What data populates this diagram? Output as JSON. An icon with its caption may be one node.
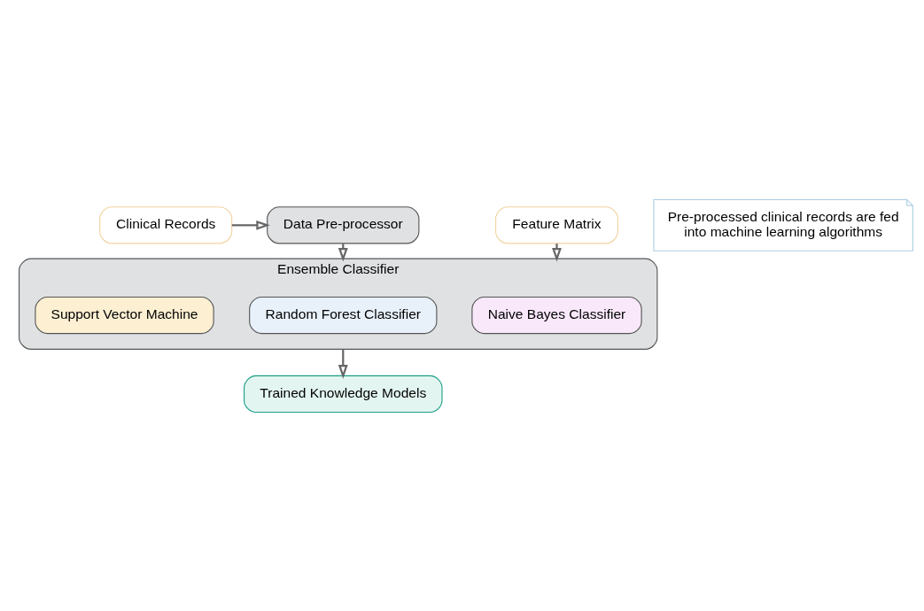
{
  "diagram": {
    "nodes": [
      {
        "text": [
          "Clinical Records"
        ]
      },
      {
        "text": [
          "Data Pre-processor"
        ]
      },
      {
        "text": [
          "Pre-processed clinical records are fed into machine learning algorithms"
        ]
      },
      {
        "text": [
          "Feature Matrix"
        ]
      },
      {
        "text": [
          "Ensemble Classifier"
        ]
      },
      {
        "text": [
          "Naive Bayes Classifier"
        ],
        "in": 4
      },
      {
        "text": [
          "Random Forest Classifier"
        ],
        "in": 4
      },
      {
        "text": [
          "Support Vector Machine"
        ],
        "in": 4
      },
      {
        "text": [
          "Trained Knowledge Models"
        ]
      }
    ],
    "edges": [
      {
        "from": 0,
        "to": 1,
        "arrow": "to"
      },
      {
        "from": 1,
        "to": 4,
        "arrow": "to"
      },
      {
        "from": 3,
        "to": 4,
        "arrow": "to"
      },
      {
        "from": 4,
        "to": 8,
        "arrow": "to"
      }
    ]
  }
}
